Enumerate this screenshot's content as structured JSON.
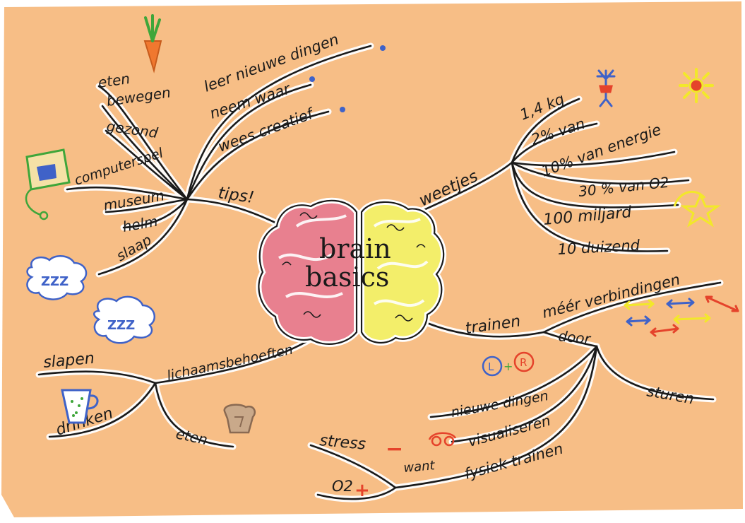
{
  "colors": {
    "background": "#f7be86",
    "ink": "#1a1a1a",
    "left_hemisphere": "#e8808f",
    "right_hemisphere": "#f3ee6a",
    "accent_blue": "#3f62c8",
    "accent_red": "#e5432b",
    "accent_yellow": "#f2e82a",
    "accent_green": "#3fa63a"
  },
  "center": {
    "line1": "brain",
    "line2": "basics"
  },
  "tips": {
    "label": "tips!",
    "items": [
      "leer nieuwe dingen",
      "neem waar",
      "wees creatief",
      "eten",
      "bewegen",
      "gezond",
      "computerspel",
      "museum",
      "helm",
      "slaap"
    ]
  },
  "weetjes": {
    "label": "weetjes",
    "items": [
      "1,4 kg",
      "2% van",
      "10% van energie",
      "30 % van O2",
      "100 miljard",
      "10 duizend"
    ]
  },
  "trainen": {
    "label": "trainen",
    "items": [
      "méér verbindingen",
      "door",
      "sturen",
      "nieuwe dingen",
      "visualiseren",
      "fysiek trainen",
      "want",
      "stress",
      "O2"
    ]
  },
  "behoeften": {
    "label": "lichaamsbehoeften",
    "items": [
      "slapen",
      "drinken",
      "eten"
    ]
  },
  "doodles": {
    "zzz": "ZZZ",
    "left": "L",
    "right": "R",
    "minus": "−",
    "plus": "+"
  },
  "icons": [
    "carrot-icon",
    "computer-icon",
    "sleep-cloud-icon",
    "person-icon",
    "sun-icon",
    "star-icon",
    "cup-icon",
    "bread-icon",
    "arrows-icon",
    "eyes-icon"
  ]
}
